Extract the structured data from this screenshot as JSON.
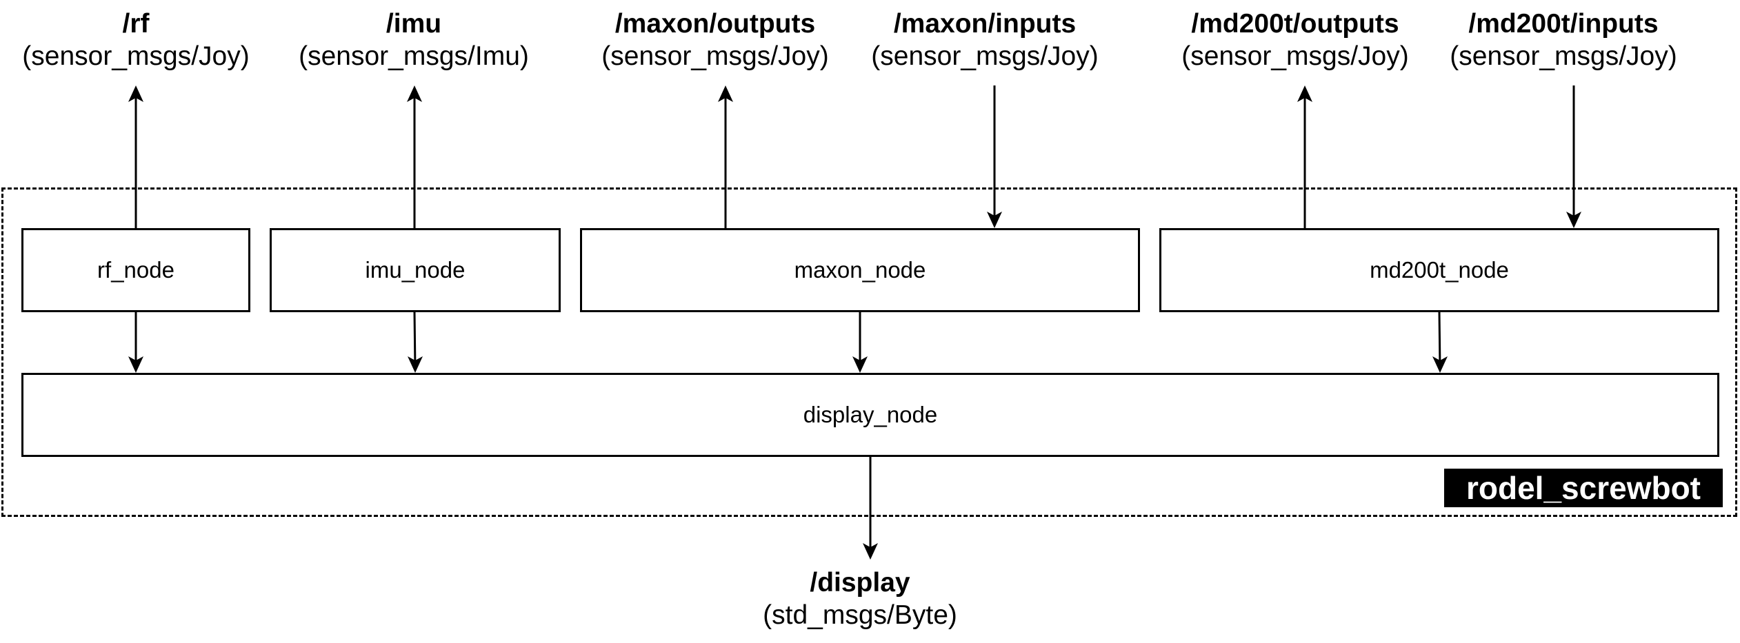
{
  "topics": {
    "rf": {
      "name": "/rf",
      "type": "(sensor_msgs/Joy)"
    },
    "imu": {
      "name": "/imu",
      "type": "(sensor_msgs/Imu)"
    },
    "maxon_outputs": {
      "name": "/maxon/outputs",
      "type": "(sensor_msgs/Joy)"
    },
    "maxon_inputs": {
      "name": "/maxon/inputs",
      "type": "(sensor_msgs/Joy)"
    },
    "md200t_outputs": {
      "name": "/md200t/outputs",
      "type": "(sensor_msgs/Joy)"
    },
    "md200t_inputs": {
      "name": "/md200t/inputs",
      "type": "(sensor_msgs/Joy)"
    },
    "display": {
      "name": "/display",
      "type": "(std_msgs/Byte)"
    }
  },
  "nodes": {
    "rf_node": "rf_node",
    "imu_node": "imu_node",
    "maxon_node": "maxon_node",
    "md200t_node": "md200t_node",
    "display_node": "display_node"
  },
  "group": {
    "label": "rodel_screwbot"
  },
  "colors": {
    "line": "#000000",
    "background": "#ffffff",
    "group_label_bg": "#000000",
    "group_label_text": "#ffffff"
  }
}
